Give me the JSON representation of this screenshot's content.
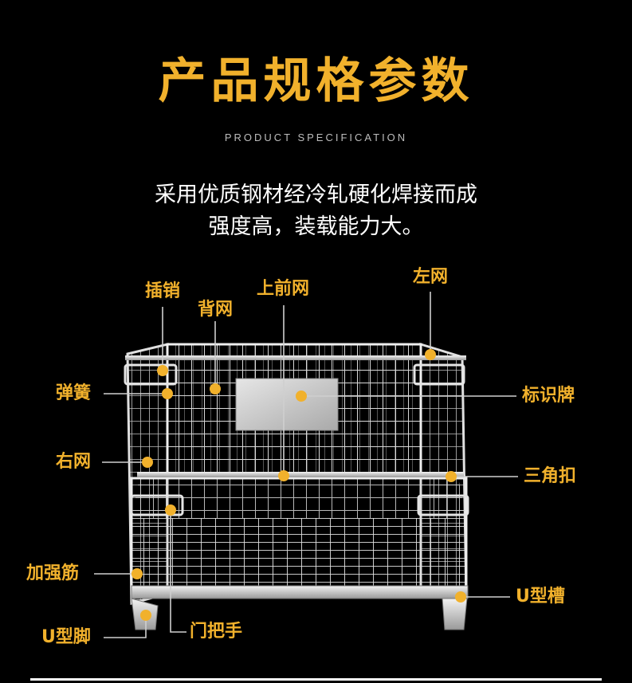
{
  "header": {
    "title": "产品规格参数",
    "subtitle": "PRODUCT SPECIFICATION",
    "description_line1": "采用优质钢材经冷轧硬化焊接而成",
    "description_line2": "强度高，装载能力大。"
  },
  "labels": {
    "insert_pin": "插销",
    "back_mesh": "背网",
    "top_front_mesh": "上前网",
    "left_mesh": "左网",
    "spring": "弹簧",
    "id_plate": "标识牌",
    "right_mesh": "右网",
    "triangle_buckle": "三角扣",
    "reinforcing_rib": "加强筋",
    "u_channel": "U型槽",
    "u_foot": "U型脚",
    "door_handle": "门把手"
  },
  "colors": {
    "accent": "#f1b12c",
    "background": "#000000",
    "text": "#ffffff",
    "subtitle": "#bdbdbd",
    "leader": "#cfcfcf"
  }
}
